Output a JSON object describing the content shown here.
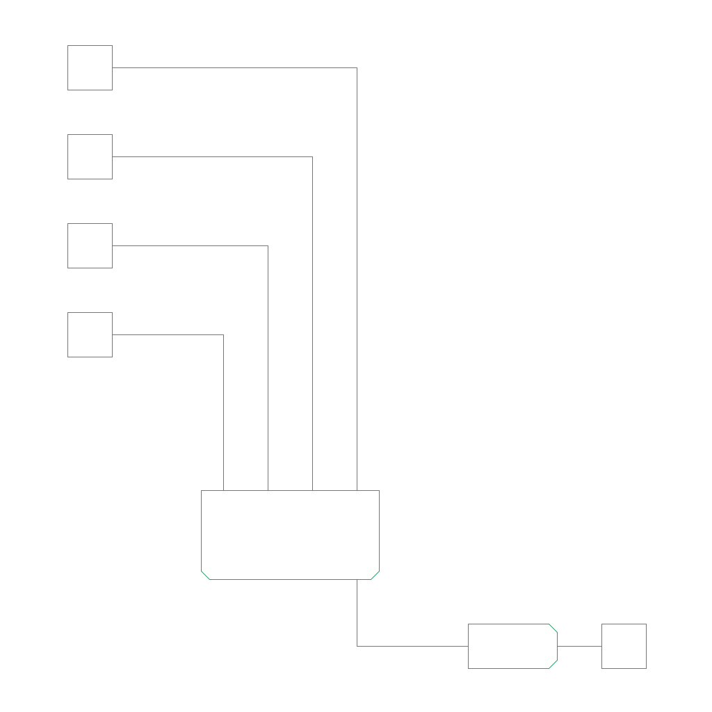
{
  "diagram": {
    "stroke_color": "#2e9d6d",
    "background_color": "#ffffff",
    "inputs": [
      {
        "id": "input-1"
      },
      {
        "id": "input-2"
      },
      {
        "id": "input-3"
      },
      {
        "id": "input-4"
      }
    ],
    "hub": {
      "id": "hub",
      "shape": "rectangle-chamfered-bottom"
    },
    "converter": {
      "id": "converter",
      "shape": "rectangle-chamfered-right"
    },
    "output": {
      "id": "output"
    }
  }
}
